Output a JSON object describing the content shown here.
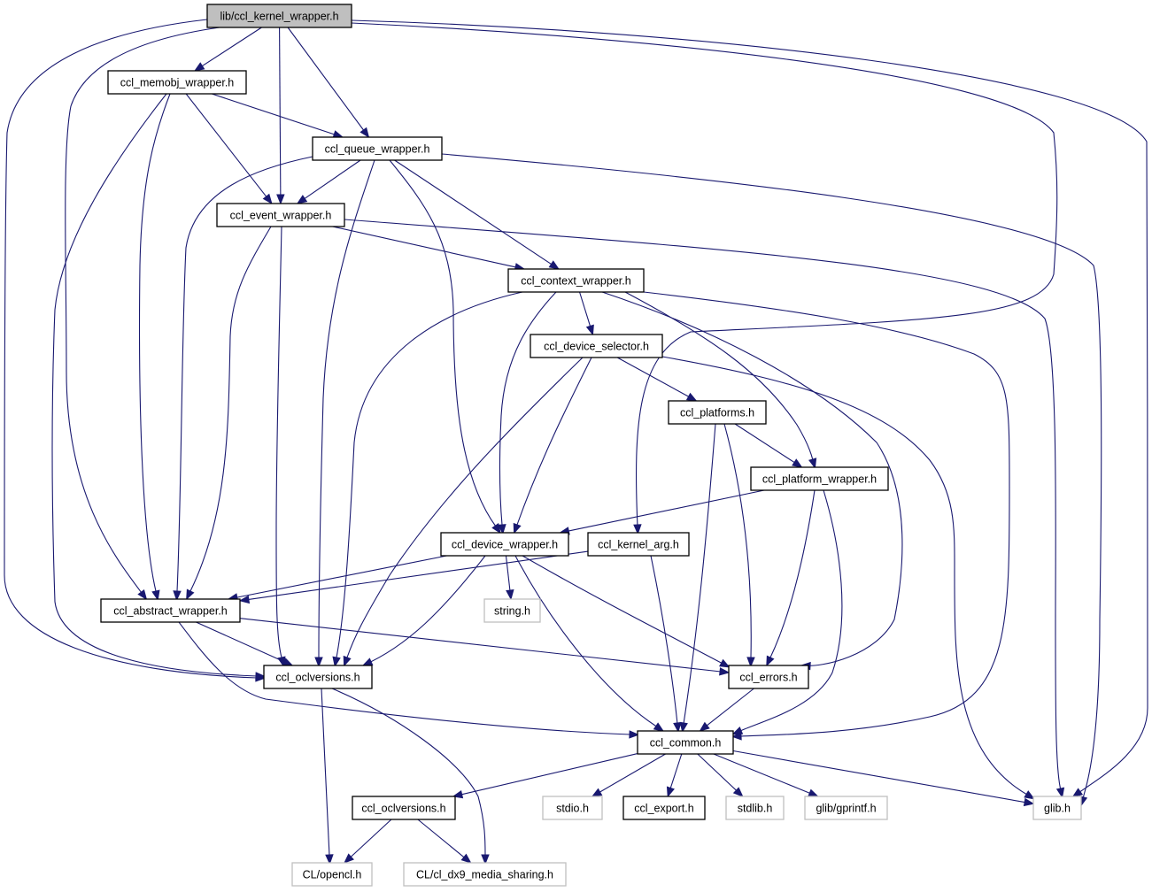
{
  "diagram": {
    "type": "include-dependency-graph",
    "colors": {
      "edge": "#191970",
      "root_fill": "#bfbfbf",
      "node_fill": "#ffffff",
      "node_border": "#000000",
      "external_border": "#bfbfbf"
    },
    "nodes": [
      {
        "id": "kernel_wrapper",
        "label": "lib/ccl_kernel_wrapper.h",
        "kind": "root"
      },
      {
        "id": "memobj_wrapper",
        "label": "ccl_memobj_wrapper.h",
        "kind": "internal"
      },
      {
        "id": "queue_wrapper",
        "label": "ccl_queue_wrapper.h",
        "kind": "internal"
      },
      {
        "id": "event_wrapper",
        "label": "ccl_event_wrapper.h",
        "kind": "internal"
      },
      {
        "id": "context_wrapper",
        "label": "ccl_context_wrapper.h",
        "kind": "internal"
      },
      {
        "id": "device_selector",
        "label": "ccl_device_selector.h",
        "kind": "internal"
      },
      {
        "id": "platforms",
        "label": "ccl_platforms.h",
        "kind": "internal"
      },
      {
        "id": "platform_wrapper",
        "label": "ccl_platform_wrapper.h",
        "kind": "internal"
      },
      {
        "id": "device_wrapper",
        "label": "ccl_device_wrapper.h",
        "kind": "internal"
      },
      {
        "id": "kernel_arg",
        "label": "ccl_kernel_arg.h",
        "kind": "internal"
      },
      {
        "id": "abstract_wrapper",
        "label": "ccl_abstract_wrapper.h",
        "kind": "internal"
      },
      {
        "id": "string_h",
        "label": "string.h",
        "kind": "external"
      },
      {
        "id": "oclversions1",
        "label": "ccl_oclversions.h",
        "kind": "internal"
      },
      {
        "id": "errors",
        "label": "ccl_errors.h",
        "kind": "internal"
      },
      {
        "id": "common",
        "label": "ccl_common.h",
        "kind": "internal"
      },
      {
        "id": "oclversions2",
        "label": "ccl_oclversions.h",
        "kind": "internal"
      },
      {
        "id": "stdio_h",
        "label": "stdio.h",
        "kind": "external"
      },
      {
        "id": "export",
        "label": "ccl_export.h",
        "kind": "internal"
      },
      {
        "id": "stdlib_h",
        "label": "stdlib.h",
        "kind": "external"
      },
      {
        "id": "gprintf_h",
        "label": "glib/gprintf.h",
        "kind": "external"
      },
      {
        "id": "glib_h",
        "label": "glib.h",
        "kind": "external"
      },
      {
        "id": "opencl_h",
        "label": "CL/opencl.h",
        "kind": "external"
      },
      {
        "id": "dx9_h",
        "label": "CL/cl_dx9_media_sharing.h",
        "kind": "external"
      }
    ],
    "edges": [
      {
        "from": "kernel_wrapper",
        "to": "memobj_wrapper"
      },
      {
        "from": "kernel_wrapper",
        "to": "queue_wrapper"
      },
      {
        "from": "kernel_wrapper",
        "to": "event_wrapper"
      },
      {
        "from": "kernel_wrapper",
        "to": "abstract_wrapper"
      },
      {
        "from": "kernel_wrapper",
        "to": "oclversions1"
      },
      {
        "from": "kernel_wrapper",
        "to": "kernel_arg"
      },
      {
        "from": "kernel_wrapper",
        "to": "glib_h"
      },
      {
        "from": "memobj_wrapper",
        "to": "queue_wrapper"
      },
      {
        "from": "memobj_wrapper",
        "to": "event_wrapper"
      },
      {
        "from": "memobj_wrapper",
        "to": "abstract_wrapper"
      },
      {
        "from": "memobj_wrapper",
        "to": "oclversions1"
      },
      {
        "from": "queue_wrapper",
        "to": "event_wrapper"
      },
      {
        "from": "queue_wrapper",
        "to": "context_wrapper"
      },
      {
        "from": "queue_wrapper",
        "to": "device_wrapper"
      },
      {
        "from": "queue_wrapper",
        "to": "abstract_wrapper"
      },
      {
        "from": "queue_wrapper",
        "to": "oclversions1"
      },
      {
        "from": "queue_wrapper",
        "to": "glib_h"
      },
      {
        "from": "event_wrapper",
        "to": "context_wrapper"
      },
      {
        "from": "event_wrapper",
        "to": "abstract_wrapper"
      },
      {
        "from": "event_wrapper",
        "to": "oclversions1"
      },
      {
        "from": "event_wrapper",
        "to": "glib_h"
      },
      {
        "from": "context_wrapper",
        "to": "device_selector"
      },
      {
        "from": "context_wrapper",
        "to": "platform_wrapper"
      },
      {
        "from": "context_wrapper",
        "to": "device_wrapper"
      },
      {
        "from": "context_wrapper",
        "to": "oclversions1"
      },
      {
        "from": "context_wrapper",
        "to": "errors"
      },
      {
        "from": "context_wrapper",
        "to": "common"
      },
      {
        "from": "device_selector",
        "to": "platforms"
      },
      {
        "from": "device_selector",
        "to": "device_wrapper"
      },
      {
        "from": "device_selector",
        "to": "oclversions1"
      },
      {
        "from": "device_selector",
        "to": "glib_h"
      },
      {
        "from": "platforms",
        "to": "platform_wrapper"
      },
      {
        "from": "platforms",
        "to": "errors"
      },
      {
        "from": "platforms",
        "to": "common"
      },
      {
        "from": "platform_wrapper",
        "to": "device_wrapper"
      },
      {
        "from": "platform_wrapper",
        "to": "errors"
      },
      {
        "from": "platform_wrapper",
        "to": "common"
      },
      {
        "from": "device_wrapper",
        "to": "abstract_wrapper"
      },
      {
        "from": "device_wrapper",
        "to": "string_h"
      },
      {
        "from": "device_wrapper",
        "to": "oclversions1"
      },
      {
        "from": "device_wrapper",
        "to": "errors"
      },
      {
        "from": "device_wrapper",
        "to": "common"
      },
      {
        "from": "kernel_arg",
        "to": "abstract_wrapper"
      },
      {
        "from": "kernel_arg",
        "to": "common"
      },
      {
        "from": "abstract_wrapper",
        "to": "oclversions1"
      },
      {
        "from": "abstract_wrapper",
        "to": "errors"
      },
      {
        "from": "abstract_wrapper",
        "to": "common"
      },
      {
        "from": "oclversions1",
        "to": "opencl_h"
      },
      {
        "from": "oclversions1",
        "to": "dx9_h"
      },
      {
        "from": "errors",
        "to": "common"
      },
      {
        "from": "common",
        "to": "oclversions2"
      },
      {
        "from": "common",
        "to": "stdio_h"
      },
      {
        "from": "common",
        "to": "export"
      },
      {
        "from": "common",
        "to": "stdlib_h"
      },
      {
        "from": "common",
        "to": "gprintf_h"
      },
      {
        "from": "common",
        "to": "glib_h"
      },
      {
        "from": "oclversions2",
        "to": "opencl_h"
      },
      {
        "from": "oclversions2",
        "to": "dx9_h"
      }
    ]
  }
}
